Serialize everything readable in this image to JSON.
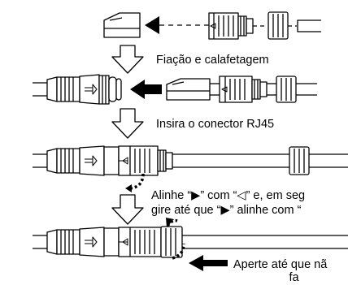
{
  "steps": [
    {
      "caption_lines": [
        "Fiação e calafetagem"
      ]
    },
    {
      "caption_lines": [
        "Insira o conector RJ45"
      ]
    },
    {
      "caption_lines": [
        "Alinhe “▶” com “◁” e, em seg",
        "gire até que “▶” alinhe com “"
      ]
    },
    {
      "caption_lines": [
        "Aperte até que nã",
        "                 fa"
      ]
    }
  ]
}
